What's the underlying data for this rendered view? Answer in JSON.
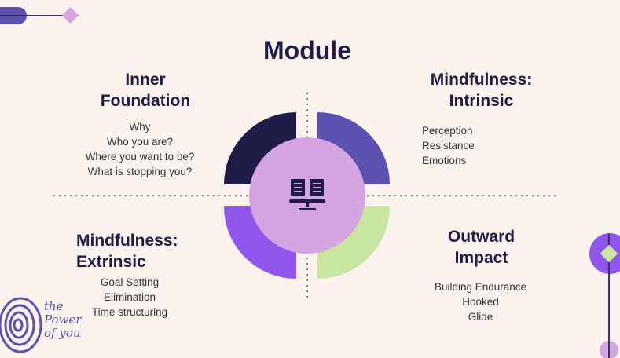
{
  "title": "Module",
  "quadrants": {
    "top_left": {
      "heading": [
        "Inner",
        "Foundation"
      ],
      "items": [
        "Why",
        "Who you are?",
        "Where you want to be?",
        "What is stopping you?"
      ]
    },
    "top_right": {
      "heading": [
        "Mindfulness:",
        "Intrinsic"
      ],
      "items": [
        "Perception",
        "Resistance",
        "Emotions"
      ]
    },
    "bottom_left": {
      "heading": [
        "Mindfulness:",
        "Extrinsic"
      ],
      "items": [
        "Goal Setting",
        "Elimination",
        "Time structuring"
      ]
    },
    "bottom_right": {
      "heading": [
        "Outward",
        "Impact"
      ],
      "items": [
        "Building Endurance",
        "Hooked",
        "Glide"
      ]
    }
  },
  "center_icon": "book-on-stand-icon",
  "logo_text": "the Power of you",
  "colors": {
    "bg": "#fcf3ee",
    "dark": "#1f1d47",
    "indigo": "#5b52b0",
    "violet": "#8f55ec",
    "green": "#c8e5a2",
    "lilac": "#d4a5e0"
  }
}
